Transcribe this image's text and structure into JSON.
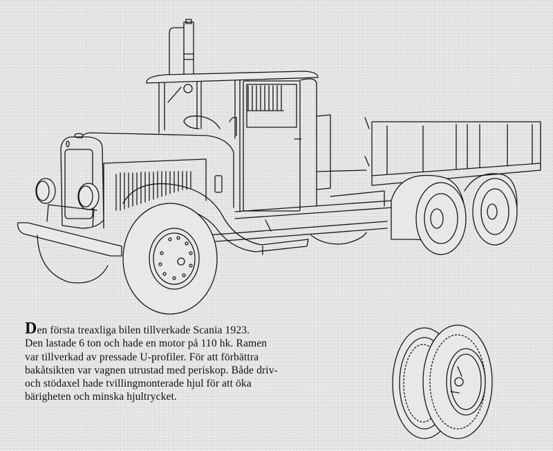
{
  "page": {
    "background_color": "#e8e8e8",
    "ink_color": "#111111"
  },
  "illustration": {
    "subject": "Scania three-axle truck, 1923 (line drawing)",
    "detail_subject": "twin-mounted wheels (line drawing)"
  },
  "caption": {
    "dropcap": "D",
    "lines": [
      "en första treaxliga bilen tillverkade Scania 1923.",
      "Den lastade 6 ton och hade en motor på 110 hk. Ramen",
      "var tillverkad av pressade U-profiler. För att förbättra",
      "bakåtsikten var vagnen utrustad med periskop. Både driv-",
      "och stödaxel hade tvillingmonterade hjul för att öka",
      "bärigheten och minska hjultrycket."
    ]
  }
}
